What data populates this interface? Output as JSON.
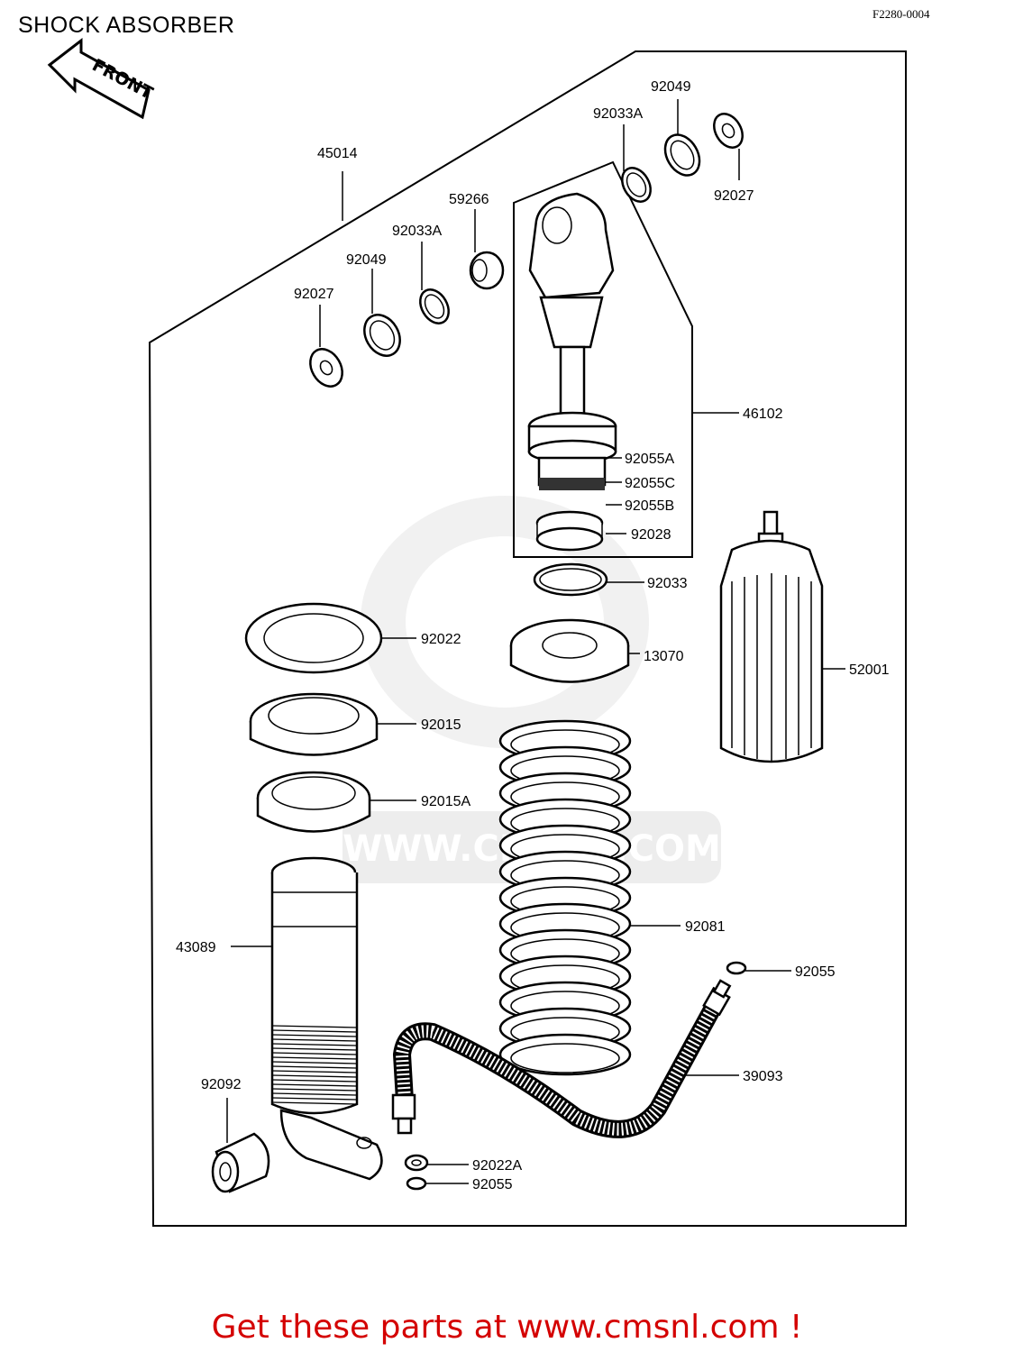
{
  "header": {
    "title": "SHOCK ABSORBER",
    "code": "F2280-0004"
  },
  "front_marker": "FRONT",
  "watermark": "WWW.CMSNL.COM",
  "footer": "Get these parts at www.cmsnl.com !",
  "labels": {
    "p45014": "45014",
    "p92049_top": "92049",
    "p92033A_top": "92033A",
    "p92027_top": "92027",
    "p59266": "59266",
    "p92033A_left": "92033A",
    "p92049_left": "92049",
    "p92027_left": "92027",
    "p46102": "46102",
    "p92055A": "92055A",
    "p92055C": "92055C",
    "p92055B": "92055B",
    "p92028": "92028",
    "p92033": "92033",
    "p92022": "92022",
    "p13070": "13070",
    "p52001": "52001",
    "p92015": "92015",
    "p92015A": "92015A",
    "p92081": "92081",
    "p43089": "43089",
    "p92055_right": "92055",
    "p39093": "39093",
    "p92092": "92092",
    "p92022A": "92022A",
    "p92055_bottom": "92055"
  }
}
